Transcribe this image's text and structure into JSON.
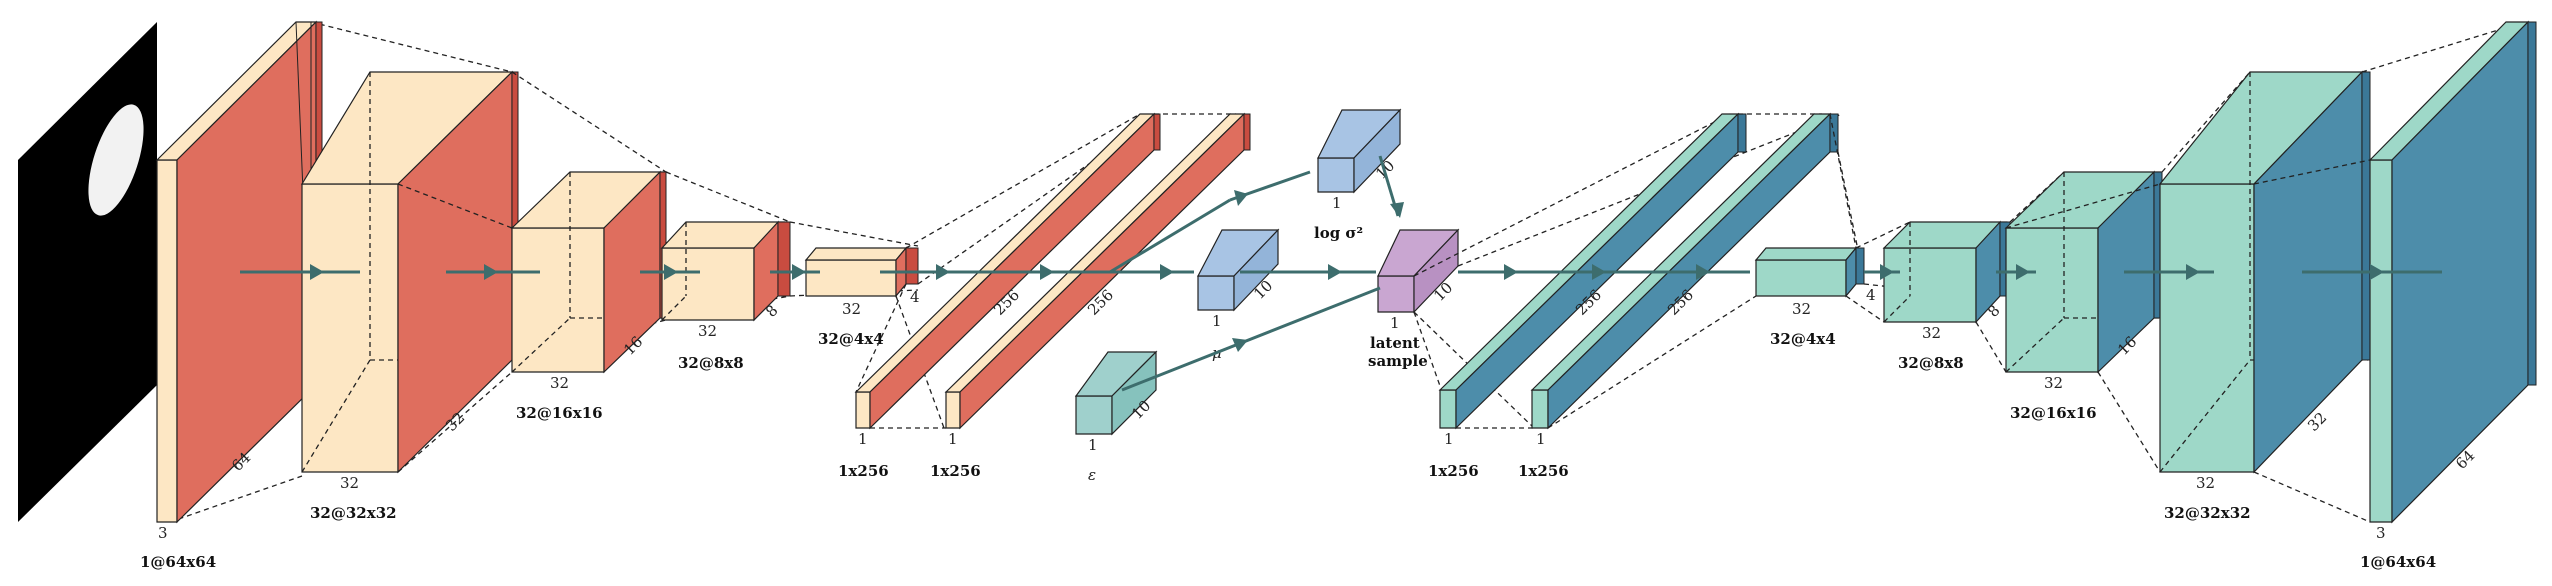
{
  "colors": {
    "encoder_face": "#fde7c4",
    "encoder_slab": "#df6e5e",
    "decoder_face": "#9ed8c8",
    "decoder_slab": "#4d8daa",
    "mu_block": "#a8c4e4",
    "logvar_block": "#a8c4e4",
    "eps_block": "#9fd0cc",
    "latent_block": "#c9a6d1",
    "arrow": "#3d6d6d",
    "input_dark": "#000000",
    "input_ellipse": "#f2f2f2"
  },
  "input_label": "1@64x64",
  "output_label": "1@64x64",
  "encoder": {
    "conv1": {
      "caption": "",
      "dims": [
        "3",
        "64"
      ]
    },
    "conv2": {
      "caption": "32@32x32",
      "dims": [
        "32",
        "32"
      ]
    },
    "conv3": {
      "caption": "32@16x16",
      "dims": [
        "32",
        "16"
      ]
    },
    "conv4": {
      "caption": "32@8x8",
      "dims": [
        "32",
        "8"
      ]
    },
    "conv5": {
      "caption": "32@4x4",
      "dims": [
        "32",
        "4"
      ]
    },
    "fc1": {
      "caption": "1x256",
      "dims": [
        "1",
        "256"
      ]
    },
    "fc2": {
      "caption": "1x256",
      "dims": [
        "1",
        "256"
      ]
    }
  },
  "latent": {
    "logvar": {
      "caption": "log σ²",
      "dims": [
        "1",
        "10"
      ]
    },
    "mu": {
      "caption": "μ",
      "dims": [
        "1",
        "10"
      ]
    },
    "eps": {
      "caption": "ε",
      "dims": [
        "1",
        "10"
      ]
    },
    "sample": {
      "caption_line1": "latent",
      "caption_line2": "sample",
      "dims": [
        "1",
        "10"
      ]
    }
  },
  "decoder": {
    "fc1": {
      "caption": "1x256",
      "dims": [
        "1",
        "256"
      ]
    },
    "fc2": {
      "caption": "1x256",
      "dims": [
        "1",
        "256"
      ]
    },
    "deconv1": {
      "caption": "32@4x4",
      "dims": [
        "32",
        "4"
      ]
    },
    "deconv2": {
      "caption": "32@8x8",
      "dims": [
        "32",
        "8"
      ]
    },
    "deconv3": {
      "caption": "32@16x16",
      "dims": [
        "32",
        "16"
      ]
    },
    "deconv4": {
      "caption": "32@32x32",
      "dims": [
        "32",
        "32"
      ]
    },
    "deconv5": {
      "caption": "",
      "dims": [
        "3",
        "64"
      ]
    }
  }
}
